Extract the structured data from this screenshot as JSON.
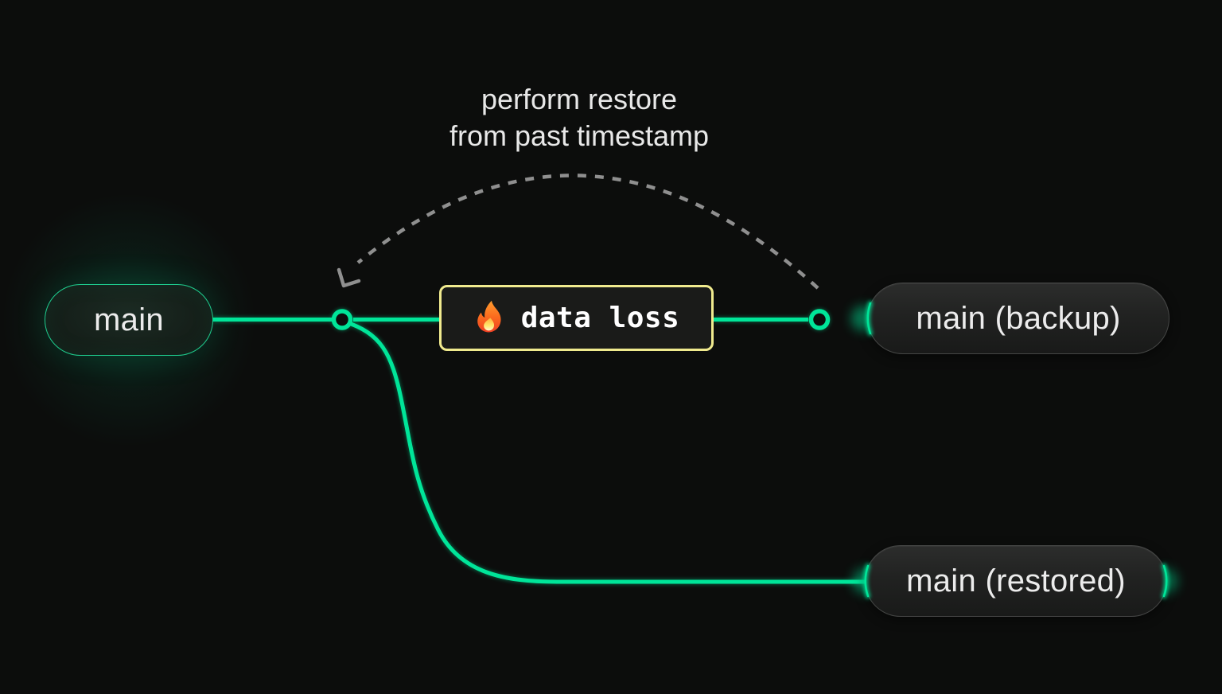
{
  "diagram": {
    "caption": {
      "line1": "perform restore",
      "line2": "from past timestamp"
    },
    "nodes": {
      "main": {
        "label": "main"
      },
      "backup": {
        "label": "main (backup)"
      },
      "restored": {
        "label": "main (restored)"
      }
    },
    "event_box": {
      "icon": "fire-icon",
      "label": "data loss"
    },
    "colors": {
      "background": "#0c0d0c",
      "branch_green": "#00e599",
      "event_border_yellow": "#f0ea8e",
      "dashed_arrow_gray": "#8f8f8f",
      "node_text": "#ececec"
    }
  }
}
